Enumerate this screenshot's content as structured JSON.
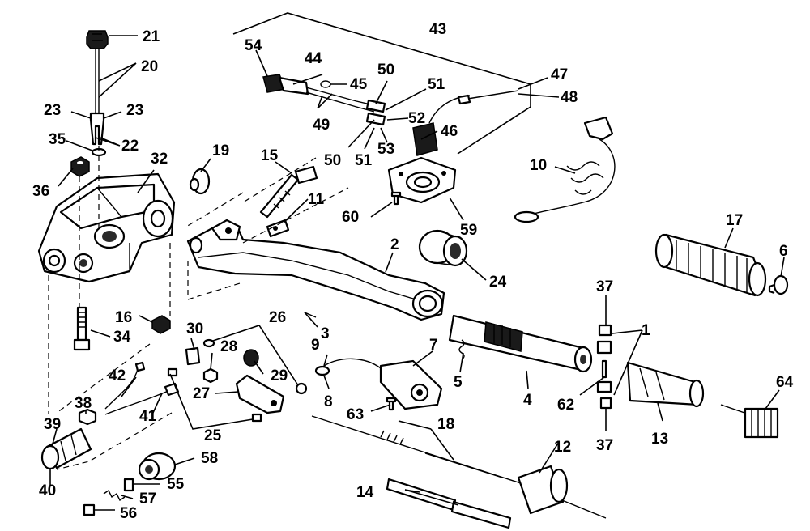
{
  "callouts": {
    "c1": "1",
    "c2": "2",
    "c3": "3",
    "c4": "4",
    "c5": "5",
    "c6": "6",
    "c7": "7",
    "c8": "8",
    "c9": "9",
    "c10": "10",
    "c11": "11",
    "c12": "12",
    "c13": "13",
    "c14": "14",
    "c15": "15",
    "c16": "16",
    "c17": "17",
    "c18": "18",
    "c19": "19",
    "c20": "20",
    "c21": "21",
    "c22": "22",
    "c23a": "23",
    "c23b": "23",
    "c24": "24",
    "c25": "25",
    "c26": "26",
    "c27": "27",
    "c28": "28",
    "c29": "29",
    "c30": "30",
    "c32": "32",
    "c34": "34",
    "c35": "35",
    "c36": "36",
    "c37a": "37",
    "c37b": "37",
    "c38": "38",
    "c39": "39",
    "c40": "40",
    "c41": "41",
    "c42": "42",
    "c43": "43",
    "c44": "44",
    "c45": "45",
    "c46": "46",
    "c47": "47",
    "c48": "48",
    "c49": "49",
    "c50a": "50",
    "c50b": "50",
    "c51a": "51",
    "c51b": "51",
    "c52": "52",
    "c53": "53",
    "c54": "54",
    "c55": "55",
    "c56": "56",
    "c57": "57",
    "c58": "58",
    "c59": "59",
    "c60": "60",
    "c62": "62",
    "c63": "63",
    "c64": "64"
  }
}
